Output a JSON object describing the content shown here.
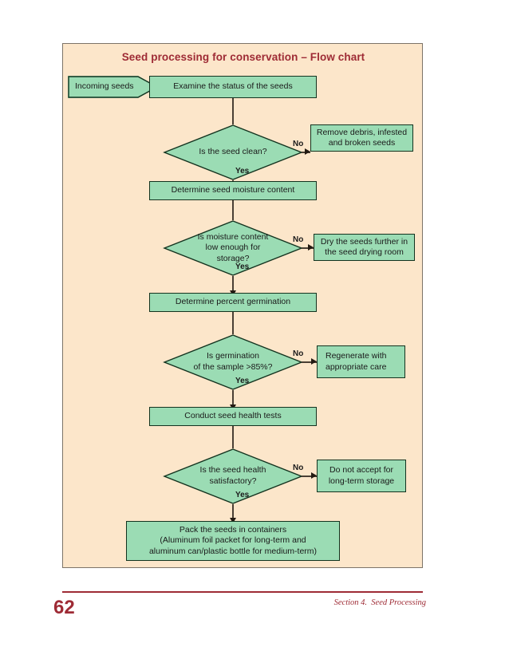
{
  "page": {
    "number": "62",
    "section_footer": "Section 4.  Seed Processing",
    "title": "Seed processing for conservation – Flow chart"
  },
  "colors": {
    "panel_background": "#fce6ca",
    "node_fill": "#9bdcb4",
    "node_border": "#13331f",
    "accent_red": "#9e2b35",
    "connector": "#4a3f34",
    "frame_border": "#7d7468"
  },
  "flowchart": {
    "type": "flow-chart",
    "start": {
      "label": "Incoming seeds",
      "shape": "pentagon-arrow"
    },
    "nodes": [
      {
        "id": "examine",
        "shape": "process",
        "label": "Examine the status of the seeds"
      },
      {
        "id": "d-clean",
        "shape": "decision",
        "label": "Is the seed clean?"
      },
      {
        "id": "remove",
        "shape": "process",
        "label": "Remove debris, infested and broken seeds"
      },
      {
        "id": "moisture",
        "shape": "process",
        "label": "Determine seed moisture content"
      },
      {
        "id": "d-moisture",
        "shape": "decision",
        "label": "Is moisture content low enough for storage?"
      },
      {
        "id": "dry",
        "shape": "process",
        "label": "Dry the seeds further in the seed drying room"
      },
      {
        "id": "germination",
        "shape": "process",
        "label": "Determine percent germination"
      },
      {
        "id": "d-germ",
        "shape": "decision",
        "label": "Is germination of the sample >85%?"
      },
      {
        "id": "regenerate",
        "shape": "process",
        "label": "Regenerate with appropriate care"
      },
      {
        "id": "health",
        "shape": "process",
        "label": "Conduct seed health tests"
      },
      {
        "id": "d-health",
        "shape": "decision",
        "label": "Is the seed health satisfactory?"
      },
      {
        "id": "reject",
        "shape": "process",
        "label": "Do not accept for long-term storage"
      },
      {
        "id": "pack",
        "shape": "process",
        "label": "Pack the seeds in containers (Aluminum foil packet for long-term and aluminum can/plastic bottle for medium-term)"
      }
    ],
    "node_lines": {
      "examine": [
        "Examine the status of the seeds"
      ],
      "d_clean": [
        "Is the seed clean?"
      ],
      "remove": [
        "Remove debris, infested",
        "and broken seeds"
      ],
      "moisture": [
        "Determine seed moisture content"
      ],
      "d_moisture": [
        "Is moisture content",
        "low enough for",
        "storage?"
      ],
      "dry": [
        "Dry the seeds further in",
        "the seed drying room"
      ],
      "germination": [
        "Determine percent germination"
      ],
      "d_germ": [
        "Is germination",
        "of the sample >85%?"
      ],
      "regenerate": [
        "Regenerate with",
        "appropriate care"
      ],
      "health": [
        "Conduct seed health tests"
      ],
      "d_health": [
        "Is the seed health",
        "satisfactory?"
      ],
      "reject": [
        "Do not accept for",
        "long-term storage"
      ],
      "pack": [
        "Pack the seeds in containers",
        "(Aluminum foil packet for long-term and",
        "aluminum can/plastic bottle for medium-term)"
      ]
    },
    "edge_labels": {
      "yes": "Yes",
      "no": "No"
    }
  }
}
